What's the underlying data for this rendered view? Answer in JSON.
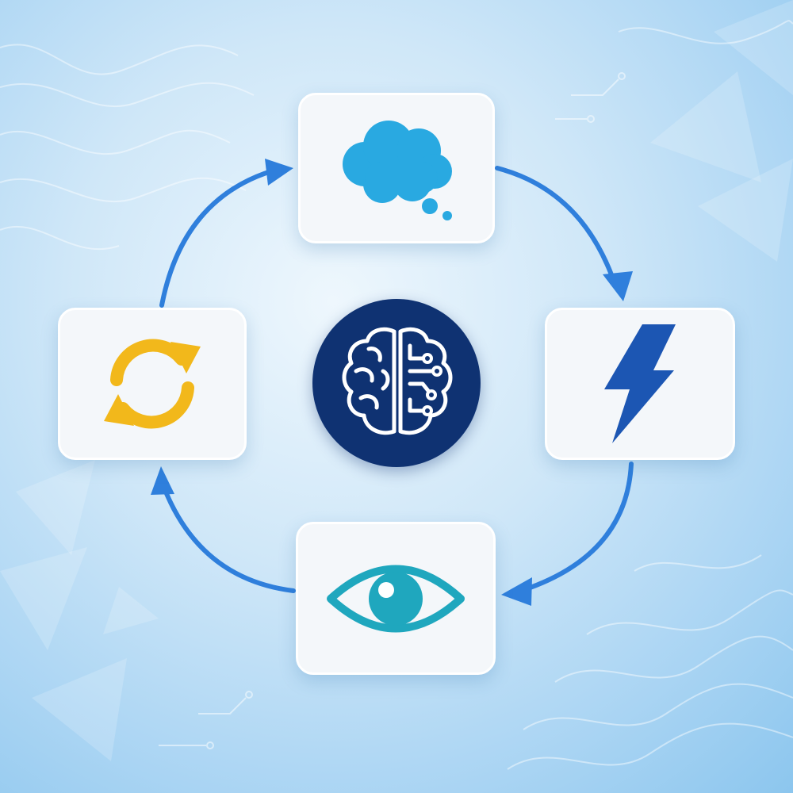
{
  "diagram": {
    "type": "cycle",
    "direction": "clockwise",
    "center": {
      "icon": "brain-circuit-icon",
      "color": "#0f3272"
    },
    "steps": [
      {
        "id": "think",
        "icon": "thought-cloud-icon",
        "color": "#29a9e1"
      },
      {
        "id": "act",
        "icon": "lightning-bolt-icon",
        "color": "#1c56b3"
      },
      {
        "id": "observe",
        "icon": "eye-icon",
        "color": "#1fa7be"
      },
      {
        "id": "repeat",
        "icon": "refresh-cycle-icon",
        "color": "#f2b81b"
      }
    ],
    "arrow_color": "#2f7fdc",
    "card_color": "#f4f7fa"
  }
}
